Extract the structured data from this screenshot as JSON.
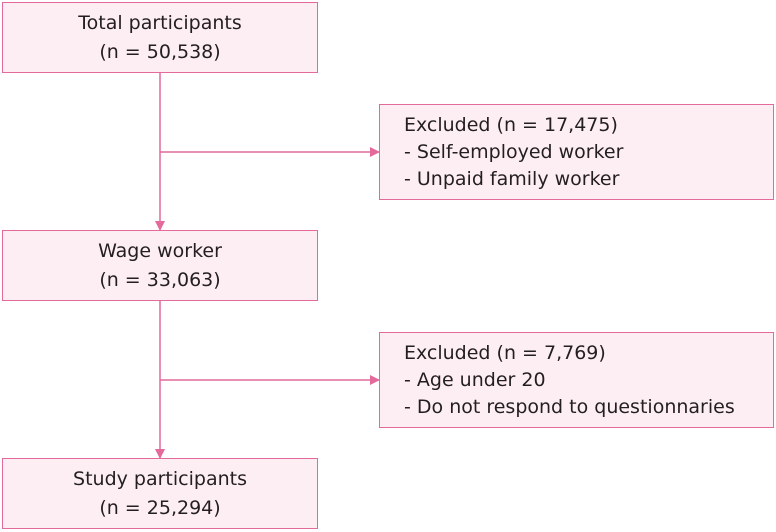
{
  "colors": {
    "box_fill": "#fdeef4",
    "box_border": "#e46a9c",
    "arrow": "#e46a9c",
    "text": "#231f20"
  },
  "steps": [
    {
      "title": "Total participants",
      "count": "(n = 50,538)"
    },
    {
      "title": "Wage worker",
      "count": "(n = 33,063)"
    },
    {
      "title": "Study participants",
      "count": "(n = 25,294)"
    }
  ],
  "exclusions": [
    {
      "title": "Excluded (n = 17,475)",
      "reasons": [
        "- Self-employed worker",
        "- Unpaid family worker"
      ]
    },
    {
      "title": "Excluded (n = 7,769)",
      "reasons": [
        "- Age under 20",
        "- Do not respond to questionnaries"
      ]
    }
  ]
}
